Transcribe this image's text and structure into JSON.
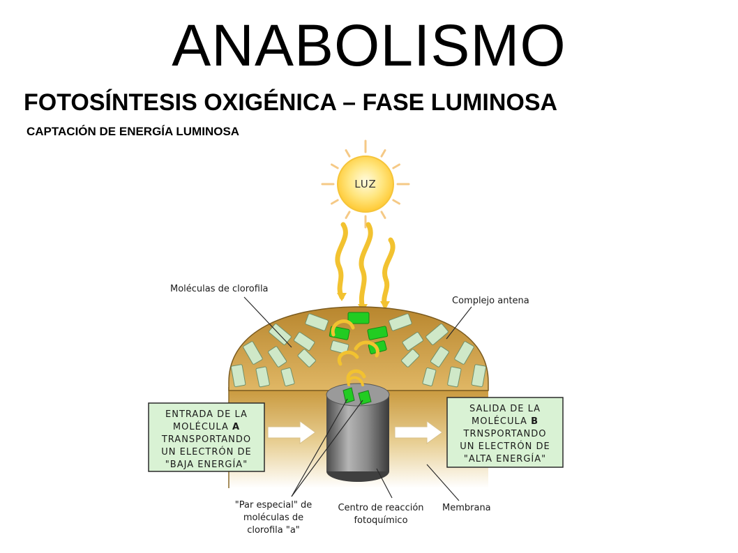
{
  "title": "ANABOLISMO",
  "subtitle": "FOTOSÍNTESIS OXIGÉNICA – FASE LUMINOSA",
  "section_heading": "CAPTACIÓN DE ENERGÍA LUMINOSA",
  "diagram": {
    "sun_label": "LUZ",
    "labels": {
      "chlorophyll": "Moléculas de clorofila",
      "antenna": "Complejo antena",
      "membrane": "Membrana",
      "reaction_center": [
        "Centro de reacción",
        "fotoquímico"
      ],
      "special_pair": [
        "\"Par especial\" de",
        "moléculas de",
        "clorofila \"a\""
      ]
    },
    "entry_box": {
      "lines": [
        "ENTRADA DE LA",
        "MOLÉCULA ",
        "TRANSPORTANDO",
        "UN ELECTRÓN DE",
        "\"BAJA ENERGÍA\""
      ],
      "molecule": "A"
    },
    "exit_box": {
      "lines": [
        "SALIDA DE LA",
        "MOLÉCULA ",
        "TRNSPORTANDO",
        "UN ELECTRÓN DE",
        "\"ALTA ENERGÍA\""
      ],
      "molecule": "B"
    },
    "colors": {
      "membrane": "#d4a64a",
      "cell": "#cfe8c8",
      "active_cell": "#22cc22",
      "sun": "#ffd633",
      "light_waves": "#f7d24a",
      "box_fill": "#d9f2d4",
      "cylinder": "#666666"
    }
  }
}
